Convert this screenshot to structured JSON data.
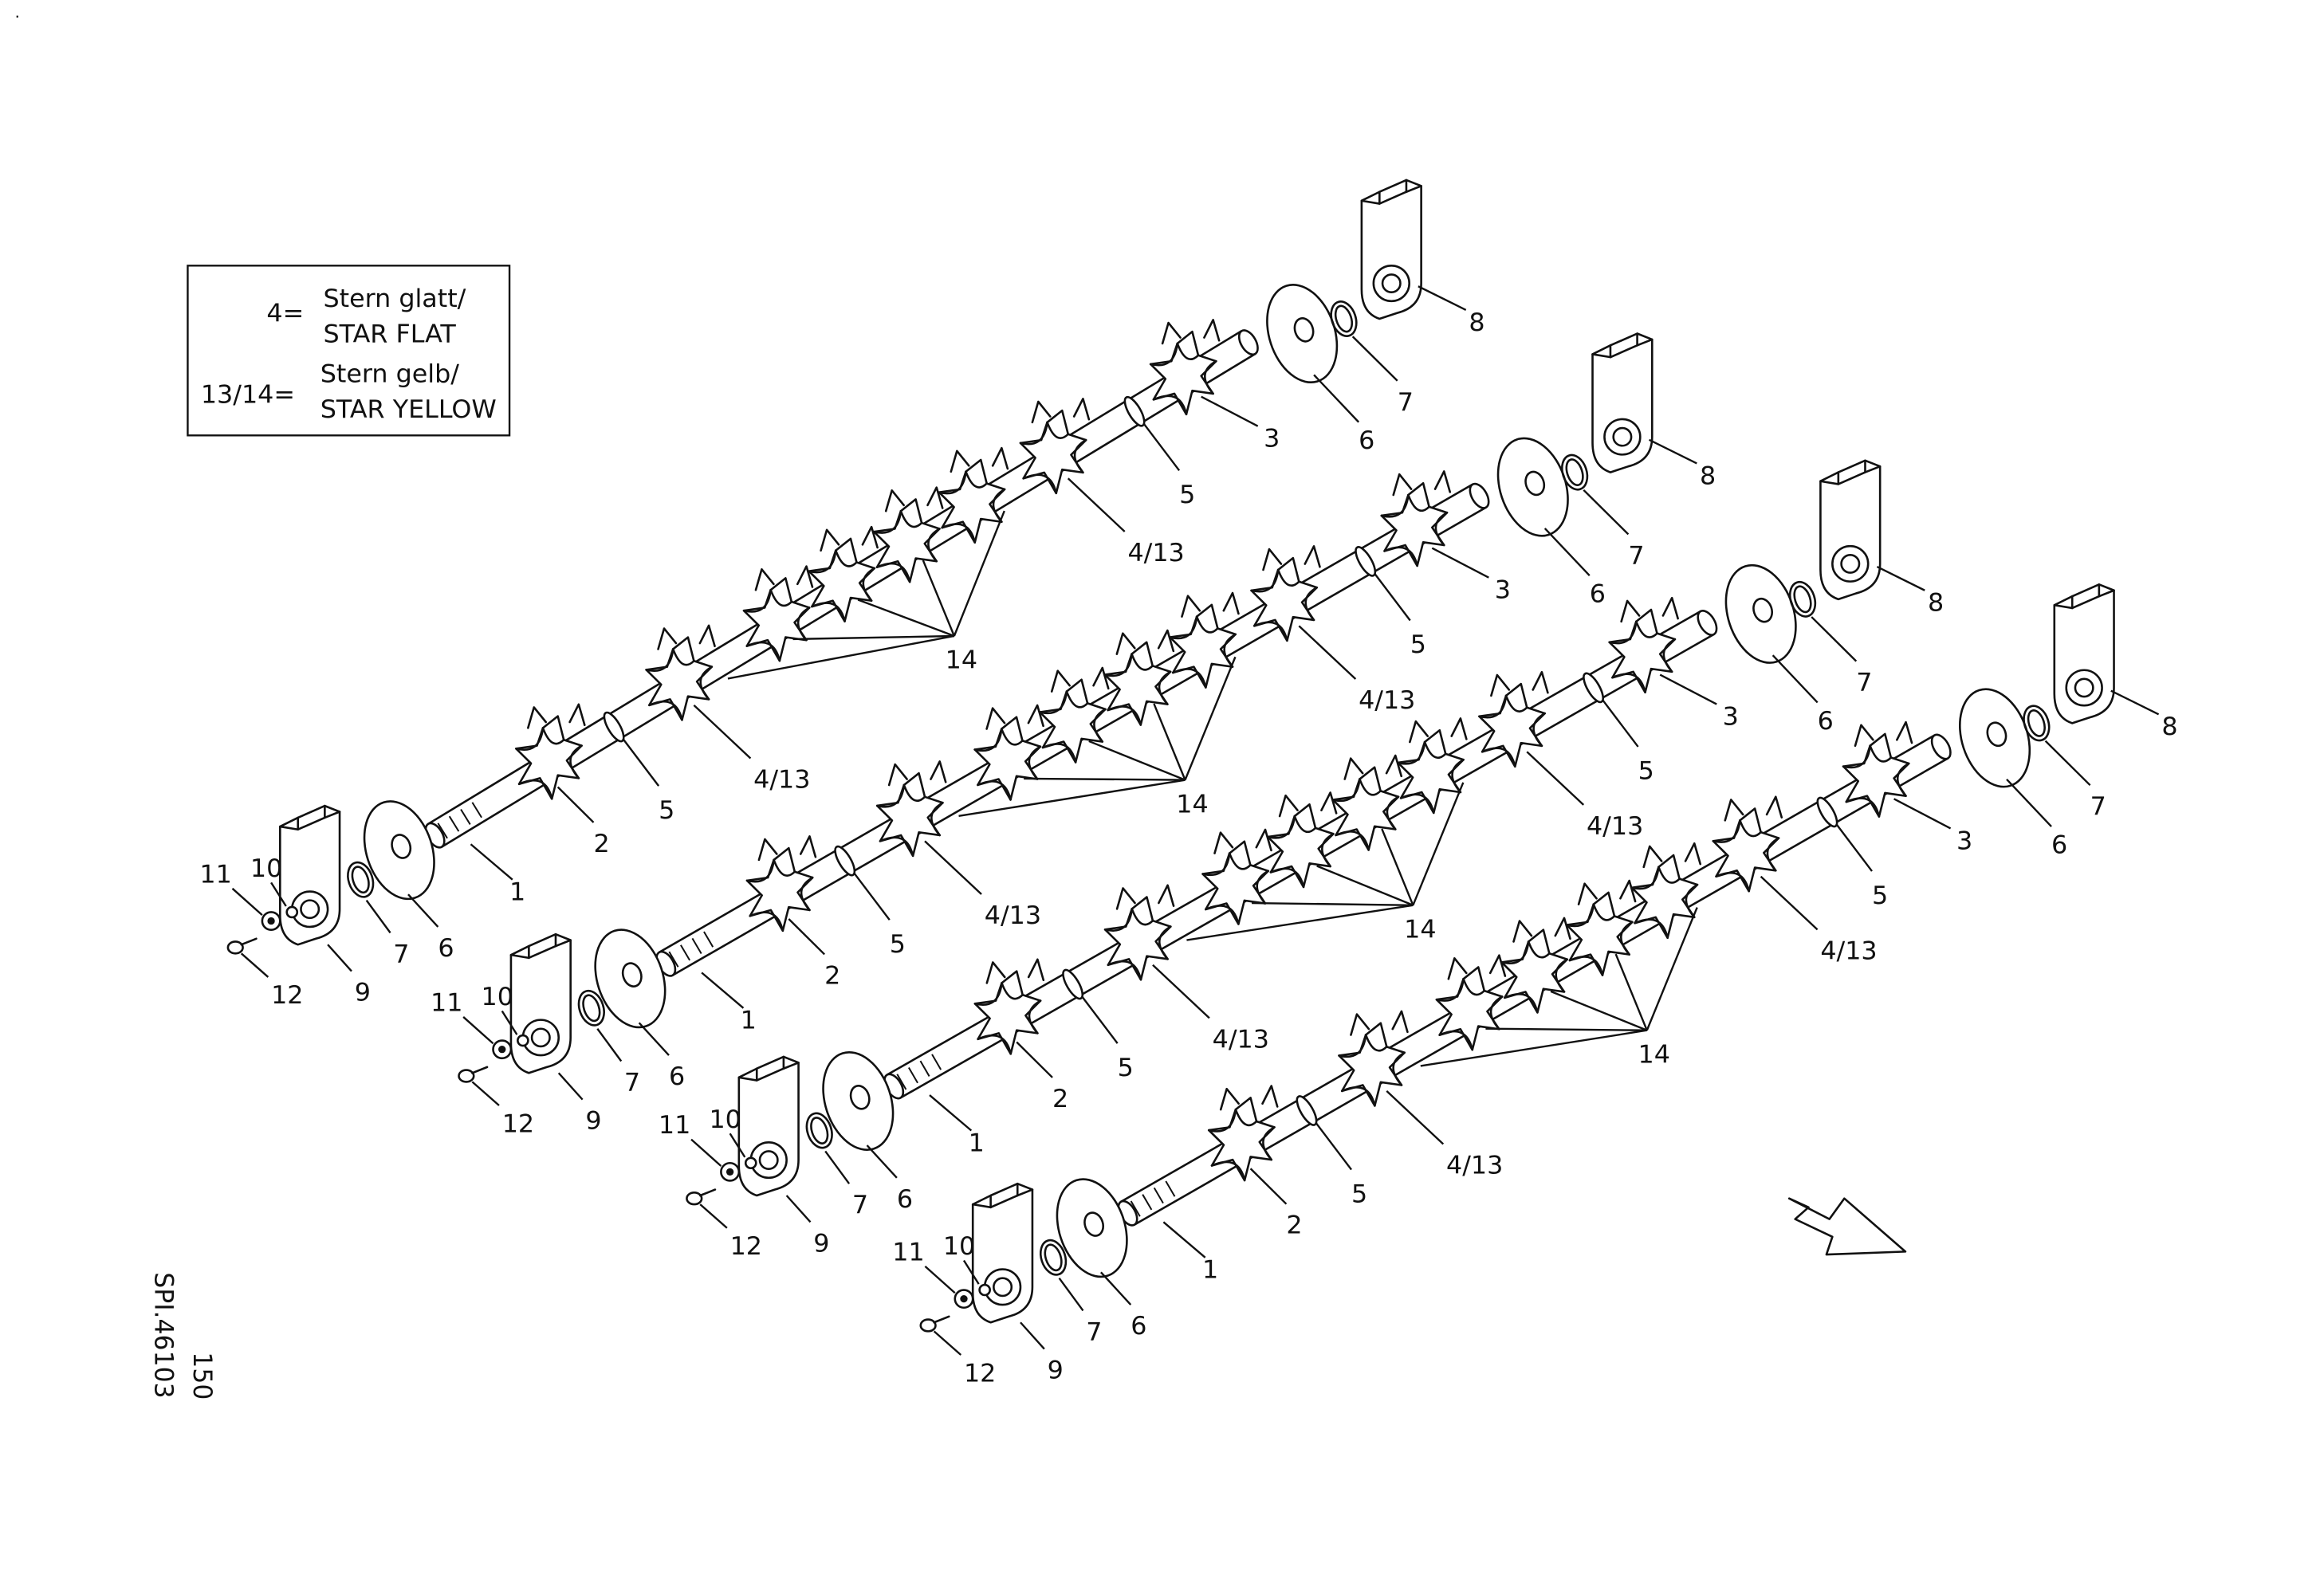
{
  "legend": {
    "row1_key": "4=",
    "row1_line1": "Stern glatt/",
    "row1_line2": "STAR FLAT",
    "row2_key": "13/14=",
    "row2_line1": "Stern gelb/",
    "row2_line2": "STAR YELLOW"
  },
  "drawing_code": "SPI.46103",
  "page_number": "150",
  "corner_mark": ".",
  "part_labels": {
    "shaft": "1",
    "star_end_left": "2",
    "star_end_right": "3",
    "star_flat_yellow": "4/13",
    "ring": "5",
    "disc": "6",
    "circlip": "7",
    "bearing_right": "8",
    "bearing_left": "9",
    "spring_washer": "10",
    "washer": "11",
    "bolt": "12",
    "star_yellow": "14"
  },
  "shafts": [
    {
      "id": "shaft-1"
    },
    {
      "id": "shaft-2"
    },
    {
      "id": "shaft-3"
    },
    {
      "id": "shaft-4"
    }
  ],
  "icons": {
    "direction_arrow": "direction-arrow-icon"
  }
}
